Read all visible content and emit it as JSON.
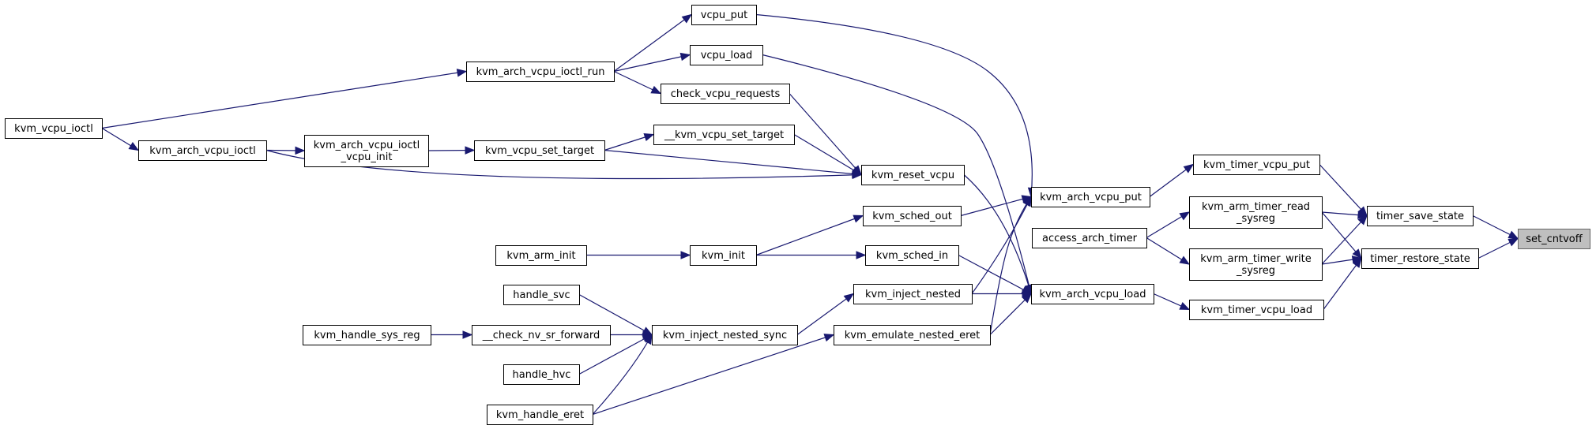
{
  "diagram": {
    "colors": {
      "edge": "#191970",
      "node_border": "#000000",
      "root_fill": "#bfbfbf",
      "background": "#ffffff"
    },
    "nodes": {
      "set_cntvoff": [
        "set_cntvoff"
      ],
      "timer_save_state": [
        "timer_save_state"
      ],
      "timer_restore_state": [
        "timer_restore_state"
      ],
      "kvm_timer_vcpu_put": [
        "kvm_timer_vcpu_put"
      ],
      "kvm_arm_timer_read_sysreg": [
        "kvm_arm_timer_read",
        "_sysreg"
      ],
      "kvm_arm_timer_write_sysreg": [
        "kvm_arm_timer_write",
        "_sysreg"
      ],
      "kvm_timer_vcpu_load": [
        "kvm_timer_vcpu_load"
      ],
      "access_arch_timer": [
        "access_arch_timer"
      ],
      "kvm_arch_vcpu_put": [
        "kvm_arch_vcpu_put"
      ],
      "kvm_arch_vcpu_load": [
        "kvm_arch_vcpu_load"
      ],
      "vcpu_put": [
        "vcpu_put"
      ],
      "vcpu_load": [
        "vcpu_load"
      ],
      "kvm_reset_vcpu": [
        "kvm_reset_vcpu"
      ],
      "kvm_sched_out": [
        "kvm_sched_out"
      ],
      "kvm_sched_in": [
        "kvm_sched_in"
      ],
      "kvm_inject_nested": [
        "kvm_inject_nested"
      ],
      "kvm_emulate_nested_eret": [
        "kvm_emulate_nested_eret"
      ],
      "kvm_arch_vcpu_ioctl_run": [
        "kvm_arch_vcpu_ioctl_run"
      ],
      "check_vcpu_requests": [
        "check_vcpu_requests"
      ],
      "__kvm_vcpu_set_target": [
        "__kvm_vcpu_set_target"
      ],
      "kvm_vcpu_set_target": [
        "kvm_vcpu_set_target"
      ],
      "kvm_init": [
        "kvm_init"
      ],
      "kvm_inject_nested_sync": [
        "kvm_inject_nested_sync"
      ],
      "kvm_vcpu_ioctl": [
        "kvm_vcpu_ioctl"
      ],
      "kvm_arch_vcpu_ioctl": [
        "kvm_arch_vcpu_ioctl"
      ],
      "kvm_arch_vcpu_ioctl_vcpu_init": [
        "kvm_arch_vcpu_ioctl",
        "_vcpu_init"
      ],
      "kvm_arm_init": [
        "kvm_arm_init"
      ],
      "handle_svc": [
        "handle_svc"
      ],
      "__check_nv_sr_forward": [
        "__check_nv_sr_forward"
      ],
      "handle_hvc": [
        "handle_hvc"
      ],
      "kvm_handle_sys_reg": [
        "kvm_handle_sys_reg"
      ],
      "kvm_handle_eret": [
        "kvm_handle_eret"
      ]
    },
    "edges": [
      [
        "timer_save_state",
        "set_cntvoff"
      ],
      [
        "timer_restore_state",
        "set_cntvoff"
      ],
      [
        "kvm_timer_vcpu_put",
        "timer_save_state"
      ],
      [
        "kvm_arm_timer_read_sysreg",
        "timer_save_state"
      ],
      [
        "kvm_arm_timer_write_sysreg",
        "timer_save_state"
      ],
      [
        "kvm_arm_timer_read_sysreg",
        "timer_restore_state"
      ],
      [
        "kvm_arm_timer_write_sysreg",
        "timer_restore_state"
      ],
      [
        "kvm_timer_vcpu_load",
        "timer_restore_state"
      ],
      [
        "kvm_arch_vcpu_put",
        "kvm_timer_vcpu_put"
      ],
      [
        "access_arch_timer",
        "kvm_arm_timer_read_sysreg"
      ],
      [
        "access_arch_timer",
        "kvm_arm_timer_write_sysreg"
      ],
      [
        "kvm_arch_vcpu_load",
        "kvm_timer_vcpu_load"
      ],
      [
        "vcpu_put",
        "kvm_arch_vcpu_put"
      ],
      [
        "kvm_sched_out",
        "kvm_arch_vcpu_put"
      ],
      [
        "kvm_inject_nested",
        "kvm_arch_vcpu_put"
      ],
      [
        "kvm_emulate_nested_eret",
        "kvm_arch_vcpu_put"
      ],
      [
        "vcpu_load",
        "kvm_arch_vcpu_load"
      ],
      [
        "kvm_reset_vcpu",
        "kvm_arch_vcpu_load"
      ],
      [
        "kvm_sched_in",
        "kvm_arch_vcpu_load"
      ],
      [
        "kvm_inject_nested",
        "kvm_arch_vcpu_load"
      ],
      [
        "kvm_emulate_nested_eret",
        "kvm_arch_vcpu_load"
      ],
      [
        "kvm_arch_vcpu_ioctl_run",
        "vcpu_put"
      ],
      [
        "kvm_arch_vcpu_ioctl_run",
        "vcpu_load"
      ],
      [
        "kvm_arch_vcpu_ioctl_run",
        "check_vcpu_requests"
      ],
      [
        "check_vcpu_requests",
        "kvm_reset_vcpu"
      ],
      [
        "__kvm_vcpu_set_target",
        "kvm_reset_vcpu"
      ],
      [
        "kvm_vcpu_set_target",
        "kvm_reset_vcpu"
      ],
      [
        "kvm_arch_vcpu_ioctl",
        "kvm_reset_vcpu"
      ],
      [
        "kvm_vcpu_set_target",
        "__kvm_vcpu_set_target"
      ],
      [
        "kvm_init",
        "kvm_sched_out"
      ],
      [
        "kvm_init",
        "kvm_sched_in"
      ],
      [
        "kvm_inject_nested_sync",
        "kvm_inject_nested"
      ],
      [
        "kvm_handle_eret",
        "kvm_emulate_nested_eret"
      ],
      [
        "kvm_vcpu_ioctl",
        "kvm_arch_vcpu_ioctl_run"
      ],
      [
        "kvm_vcpu_ioctl",
        "kvm_arch_vcpu_ioctl"
      ],
      [
        "kvm_arch_vcpu_ioctl",
        "kvm_arch_vcpu_ioctl_vcpu_init"
      ],
      [
        "kvm_arch_vcpu_ioctl_vcpu_init",
        "kvm_vcpu_set_target"
      ],
      [
        "kvm_arm_init",
        "kvm_init"
      ],
      [
        "handle_svc",
        "kvm_inject_nested_sync"
      ],
      [
        "__check_nv_sr_forward",
        "kvm_inject_nested_sync"
      ],
      [
        "handle_hvc",
        "kvm_inject_nested_sync"
      ],
      [
        "kvm_handle_eret",
        "kvm_inject_nested_sync"
      ],
      [
        "kvm_handle_sys_reg",
        "__check_nv_sr_forward"
      ]
    ]
  }
}
